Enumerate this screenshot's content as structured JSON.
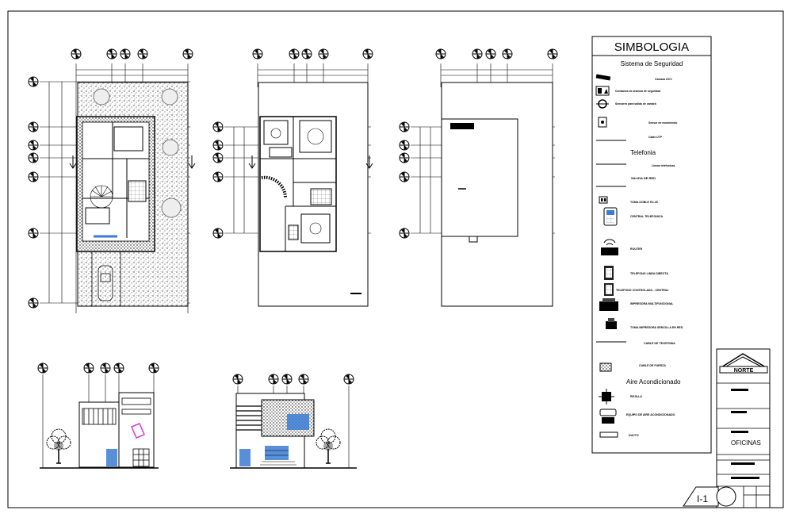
{
  "legend": {
    "title": "SIMBOLOGIA",
    "sections": [
      {
        "title": "Sistema de Seguridad"
      },
      {
        "title": "Telefonia"
      },
      {
        "title": "Aire Acondicionado"
      }
    ],
    "items": [
      {
        "label": "Camara DCV",
        "icon": "cctv-camera-icon"
      },
      {
        "label": "Contactos de sistema de seguridad",
        "icon": "security-outlet-icon"
      },
      {
        "label": "Sensores para salida de camara",
        "icon": "sensor-icon"
      },
      {
        "label": "Sensor de movimiento",
        "icon": "motion-sensor-icon"
      },
      {
        "label": "Cable UTP",
        "icon": "cable-line-icon"
      },
      {
        "label": "Lineas telefonicas",
        "icon": "phone-line-icon"
      },
      {
        "label": "SALIDA DE RED",
        "icon": "network-outlet-icon"
      },
      {
        "label": "TOMA DOBLE RJ-45",
        "icon": "rj45-outlet-icon"
      },
      {
        "label": "CENTRAL TELEFONICA",
        "icon": "phone-central-icon"
      },
      {
        "label": "ROUTER",
        "icon": "router-icon"
      },
      {
        "label": "TELEFONO LINEA DIRECTA",
        "icon": "direct-phone-icon"
      },
      {
        "label": "TELEFONO CONTROLADO - CENTRAL",
        "icon": "controlled-phone-icon"
      },
      {
        "label": "IMPRESORA MULTIFUNCIONAL",
        "icon": "multifunction-printer-icon"
      },
      {
        "label": "TOMA IMPRESORA SENCILLA EN RED",
        "icon": "printer-outlet-icon"
      },
      {
        "label": "CABLE DE TELEFONIA",
        "icon": "phone-cable-icon"
      },
      {
        "label": "CABLE DE FUERZA",
        "icon": "power-cable-icon"
      },
      {
        "label": "REJILLA",
        "icon": "air-grille-icon"
      },
      {
        "label": "EQUIPO DE AIRE ACONDICIONADO",
        "icon": "ac-unit-icon"
      },
      {
        "label": "DUCTO",
        "icon": "duct-icon"
      }
    ]
  },
  "title_block": {
    "logo_text": "NORTE",
    "project_text": "OFICINAS",
    "sheet_id": "I-1"
  },
  "colors": {
    "line": "#000000",
    "accent_blue": "#3a7bd5",
    "accent_magenta": "#d63cd6"
  }
}
